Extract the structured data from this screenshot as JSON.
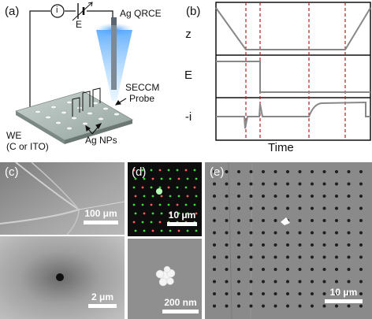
{
  "panels": {
    "a": {
      "label": "(a)",
      "electrode": "Ag QRCE",
      "probe_line1": "SECCM",
      "probe_line2": "Probe",
      "we_line1": "WE",
      "we_line2": "(C or ITO)",
      "nps": "Ag NPs",
      "current_symbol": "i",
      "potential_symbol": "E"
    },
    "b": {
      "label": "(b)",
      "row_labels": [
        "z",
        "E",
        "-i"
      ],
      "xlabel": "Time"
    },
    "c": {
      "label": "(c)",
      "scale_top": "100 μm",
      "scale_bottom": "2 μm"
    },
    "d": {
      "label": "(d)",
      "scale_top": "10 μm",
      "scale_bottom": "200 nm"
    },
    "e": {
      "label": "(e)",
      "scale": "10 μm"
    }
  },
  "colors": {
    "trace": "#888888",
    "dashed": "#b22222",
    "green_spot": "#3ddc3d",
    "probe_blue": "#4aa3ff"
  }
}
